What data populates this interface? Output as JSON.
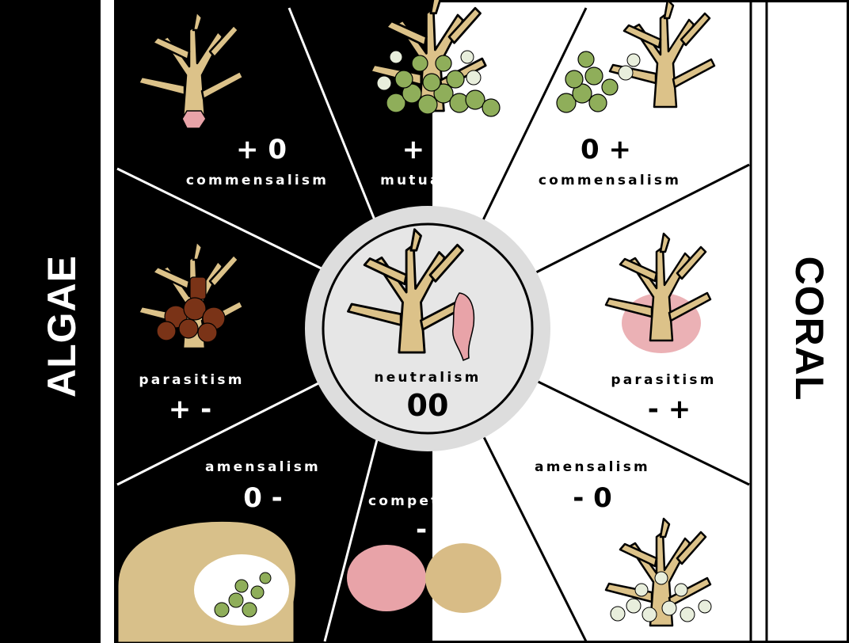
{
  "side_labels": {
    "left": "ALGAE",
    "right": "CORAL"
  },
  "center": {
    "label": "neutralism",
    "symbol": "00"
  },
  "segments": [
    {
      "label": "commensalism",
      "symbol": "+ 0"
    },
    {
      "label": "mutualism",
      "symbol": "+ +"
    },
    {
      "label": "commensalism",
      "symbol": "0 +"
    },
    {
      "label": "parasitism",
      "symbol": "- +"
    },
    {
      "label": "amensalism",
      "symbol": "- 0"
    },
    {
      "label": "competition",
      "symbol": "- -"
    },
    {
      "label": "amensalism",
      "symbol": "0 -"
    },
    {
      "label": "parasitism",
      "symbol": "+ -"
    }
  ],
  "colors": {
    "algae_side": "#000000",
    "coral_side": "#ffffff",
    "coral_branch": "#dcc289",
    "algae_green": "#8fae5a",
    "pale_algae": "#e8eedc",
    "brown_algae": "#7a3317",
    "pink": "#e8a3a8",
    "center_ring": "#dddddd"
  }
}
